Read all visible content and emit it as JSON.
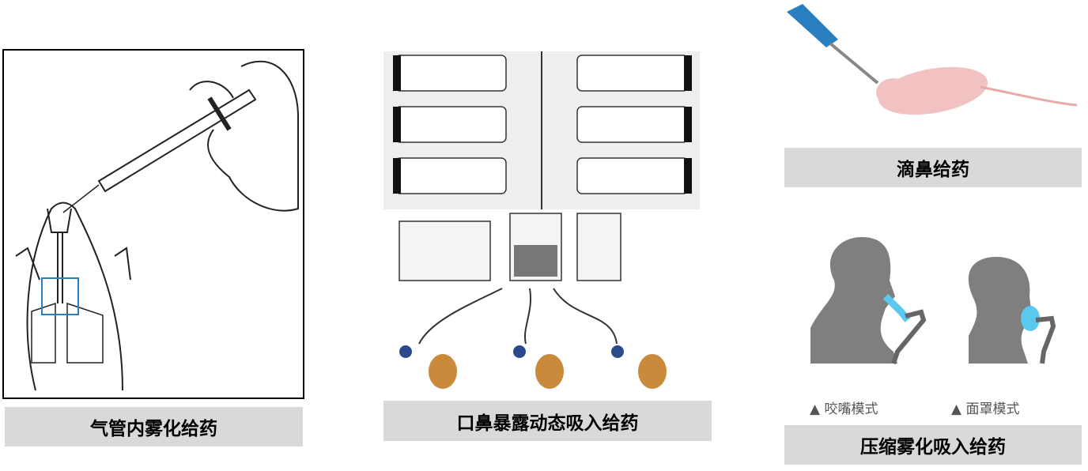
{
  "panels": {
    "intratracheal": {
      "label": "气管内雾化给药"
    },
    "nose_only": {
      "label": "口鼻暴露动态吸入给药"
    },
    "intranasal": {
      "label": "滴鼻给药"
    },
    "compressed": {
      "label": "压缩雾化吸入给药",
      "mode_mouthpiece": "▲ 咬嘴模式",
      "mode_mask": "▲ 面罩模式"
    }
  },
  "colors": {
    "label_bg": "#d9d9d9",
    "highlight_blue": "#2a7fc1",
    "mouse_pink": "#f2c2c2",
    "silhouette": "#7f7f7f",
    "mask_blue": "#5bc8f0"
  }
}
